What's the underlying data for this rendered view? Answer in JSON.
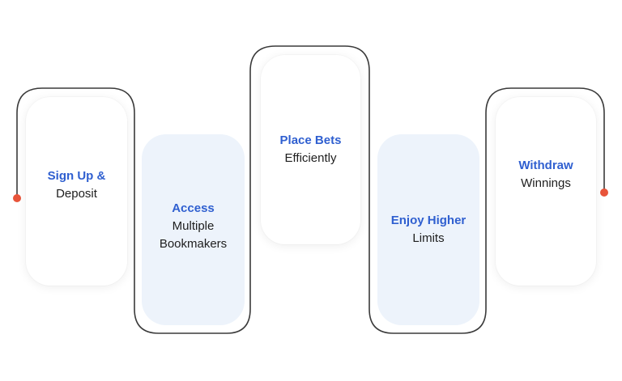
{
  "steps": [
    {
      "title": "Sign Up &",
      "subtitle": "Deposit"
    },
    {
      "title": "Access",
      "subtitle": "Multiple Bookmakers"
    },
    {
      "title": "Place Bets",
      "subtitle": "Efficiently"
    },
    {
      "title": "Enjoy Higher",
      "subtitle": "Limits"
    },
    {
      "title": "Withdraw",
      "subtitle": "Winnings"
    }
  ],
  "colors": {
    "title": "#2f5fd0",
    "text": "#1e1e1e",
    "connector": "#3a3a3a",
    "endpoint": "#e8543a",
    "card_highlight": "#edf3fb"
  }
}
